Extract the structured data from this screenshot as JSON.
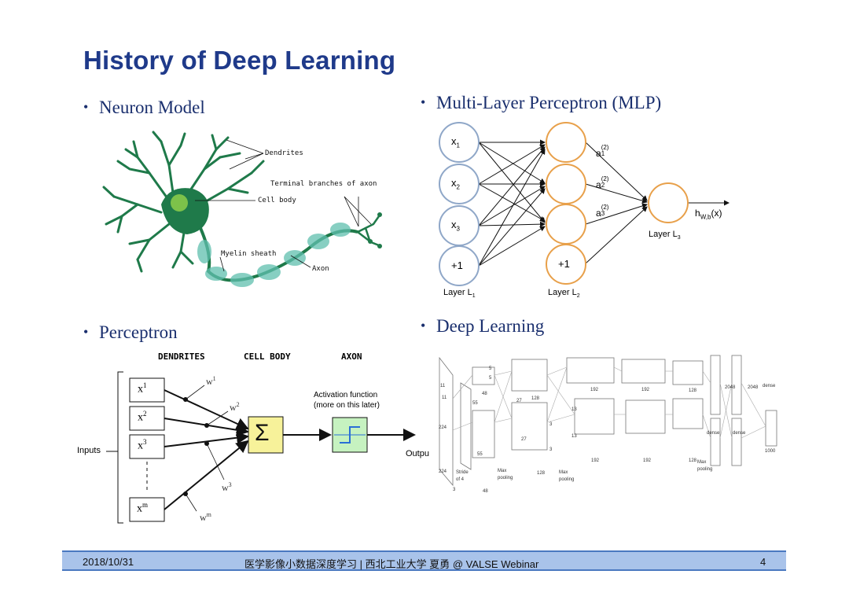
{
  "slide": {
    "title": "History of Deep Learning",
    "bullets": {
      "neuron": "Neuron Model",
      "mlp": "Multi-Layer Perceptron (MLP)",
      "perceptron": "Perceptron",
      "deep": "Deep Learning"
    }
  },
  "neuron_diagram": {
    "labels": {
      "dendrites": "Dendrites",
      "terminal": "Terminal branches of axon",
      "cell_body": "Cell body",
      "myelin": "Myelin sheath",
      "axon": "Axon"
    },
    "colors": {
      "neuron": "#1f7a4a",
      "myelin": "#5fbfae",
      "nucleus": "#7dc24a"
    }
  },
  "mlp_diagram": {
    "inputs": [
      "x",
      "x",
      "x",
      "+1"
    ],
    "input_subs": [
      "1",
      "2",
      "3",
      ""
    ],
    "hidden_bias": "+1",
    "activations": [
      "a",
      "a",
      "a"
    ],
    "activation_subs": [
      "1",
      "2",
      "3"
    ],
    "activation_sup": "(2)",
    "output_label": "h",
    "output_sub": "W,b",
    "output_arg": "(x)",
    "layer_names": [
      "Layer L",
      "Layer L",
      "Layer L"
    ],
    "layer_subs": [
      "1",
      "2",
      "3"
    ],
    "colors": {
      "input_ring": "#8fa7c8",
      "hidden_ring": "#e8a04a"
    }
  },
  "perceptron_diagram": {
    "headers": [
      "DENDRITES",
      "CELL BODY",
      "AXON"
    ],
    "inputs_label": "Inputs",
    "inputs": [
      "x",
      "x",
      "x",
      "x"
    ],
    "input_sups": [
      "1",
      "2",
      "3",
      "m"
    ],
    "weights": [
      "w",
      "w",
      "w",
      "w"
    ],
    "weight_sups": [
      "1",
      "2",
      "3",
      "m"
    ],
    "sum_symbol": "Σ",
    "activation_line1": "Activation function",
    "activation_line2": "(more on this later)",
    "output_label": "Outpu",
    "colors": {
      "sum_box": "#f7f29a",
      "activation_box": "#c6f2c0"
    }
  },
  "deep_diagram": {
    "labels": [
      "11",
      "11",
      "224",
      "224",
      "3",
      "Stride",
      "of 4",
      "55",
      "55",
      "48",
      "5",
      "5",
      "27",
      "27",
      "128",
      "3",
      "3",
      "13",
      "13",
      "192",
      "192",
      "128",
      "2048",
      "2048",
      "dense",
      "dense",
      "dense",
      "1000",
      "Max",
      "pooling",
      "Max",
      "pooling",
      "Max",
      "pooling",
      "48",
      "128",
      "192",
      "192",
      "128"
    ]
  },
  "footer": {
    "date": "2018/10/31",
    "center": "医学影像小数据深度学习 | 西北工业大学 夏勇 @ VALSE Webinar",
    "page": "4"
  }
}
